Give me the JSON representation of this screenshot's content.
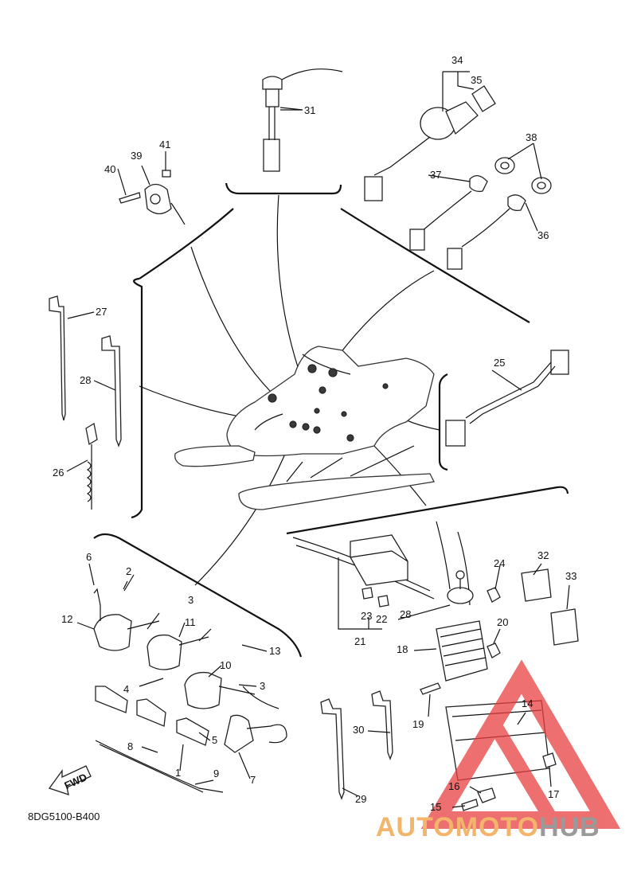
{
  "diagram": {
    "code": "8DG5100-B400",
    "fwd_label": "FWD",
    "watermark": {
      "part1": "AUTOMOTO",
      "part2": "HUB",
      "color_red": "#e84040",
      "color_orange": "#f2b56b",
      "color_gray": "#9a9a9a"
    },
    "callouts": [
      "1",
      "2",
      "3",
      "3",
      "3",
      "4",
      "5",
      "6",
      "7",
      "8",
      "9",
      "10",
      "11",
      "12",
      "13",
      "14",
      "15",
      "16",
      "17",
      "18",
      "19",
      "20",
      "21",
      "22",
      "23",
      "24",
      "25",
      "26",
      "27",
      "28",
      "28",
      "29",
      "30",
      "31",
      "32",
      "33",
      "34",
      "35",
      "36",
      "37",
      "38",
      "39",
      "40",
      "41"
    ]
  }
}
